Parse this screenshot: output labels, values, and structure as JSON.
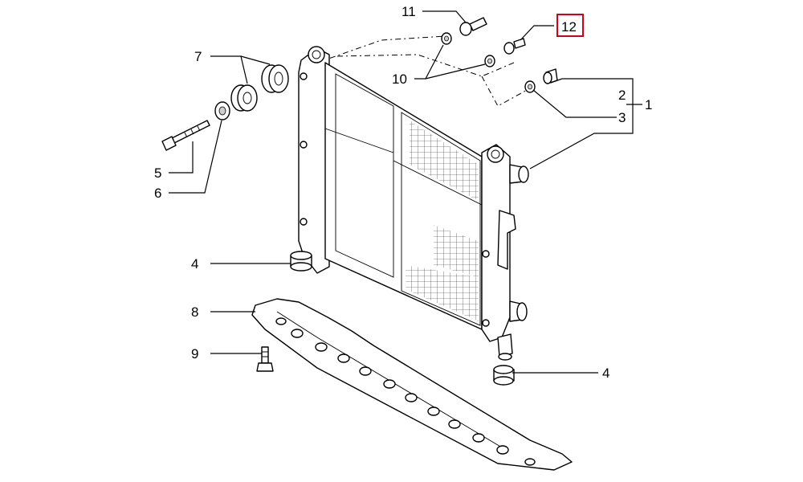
{
  "callouts": {
    "c1": "1",
    "c2": "2",
    "c3": "3",
    "c4a": "4",
    "c4b": "4",
    "c5": "5",
    "c6": "6",
    "c7": "7",
    "c8": "8",
    "c9": "9",
    "c10": "10",
    "c11": "11",
    "c12": "12"
  },
  "highlight_color": "#d0021b"
}
